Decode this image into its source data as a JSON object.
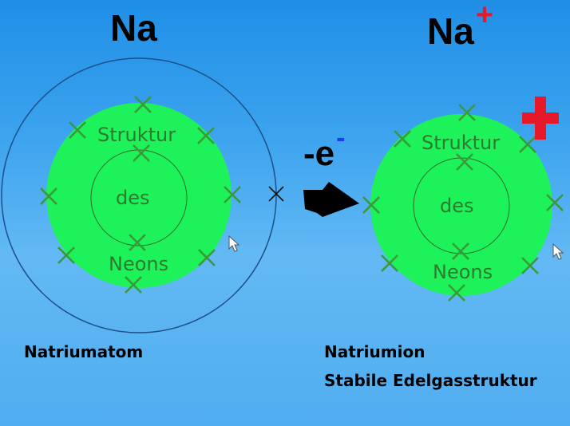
{
  "left_atom": {
    "symbol": "Na",
    "caption": "Natriumatom",
    "core_text": [
      "Struktur",
      "des",
      "Neons"
    ]
  },
  "right_ion": {
    "symbol": "Na",
    "charge": "+",
    "caption_line1": "Natriumion",
    "caption_line2": "Stabile Edelgasstruktur",
    "core_text": [
      "Struktur",
      "des",
      "Neons"
    ],
    "charge_mark": "+"
  },
  "transition": {
    "label": "-e",
    "charge": "-"
  },
  "colors": {
    "background_top": "#1f8fe6",
    "sphere_green": "#1ef25a",
    "electron_green": "#3a9a3a",
    "charge_red": "#e6192a",
    "charge_blue": "#1b3cf0"
  }
}
